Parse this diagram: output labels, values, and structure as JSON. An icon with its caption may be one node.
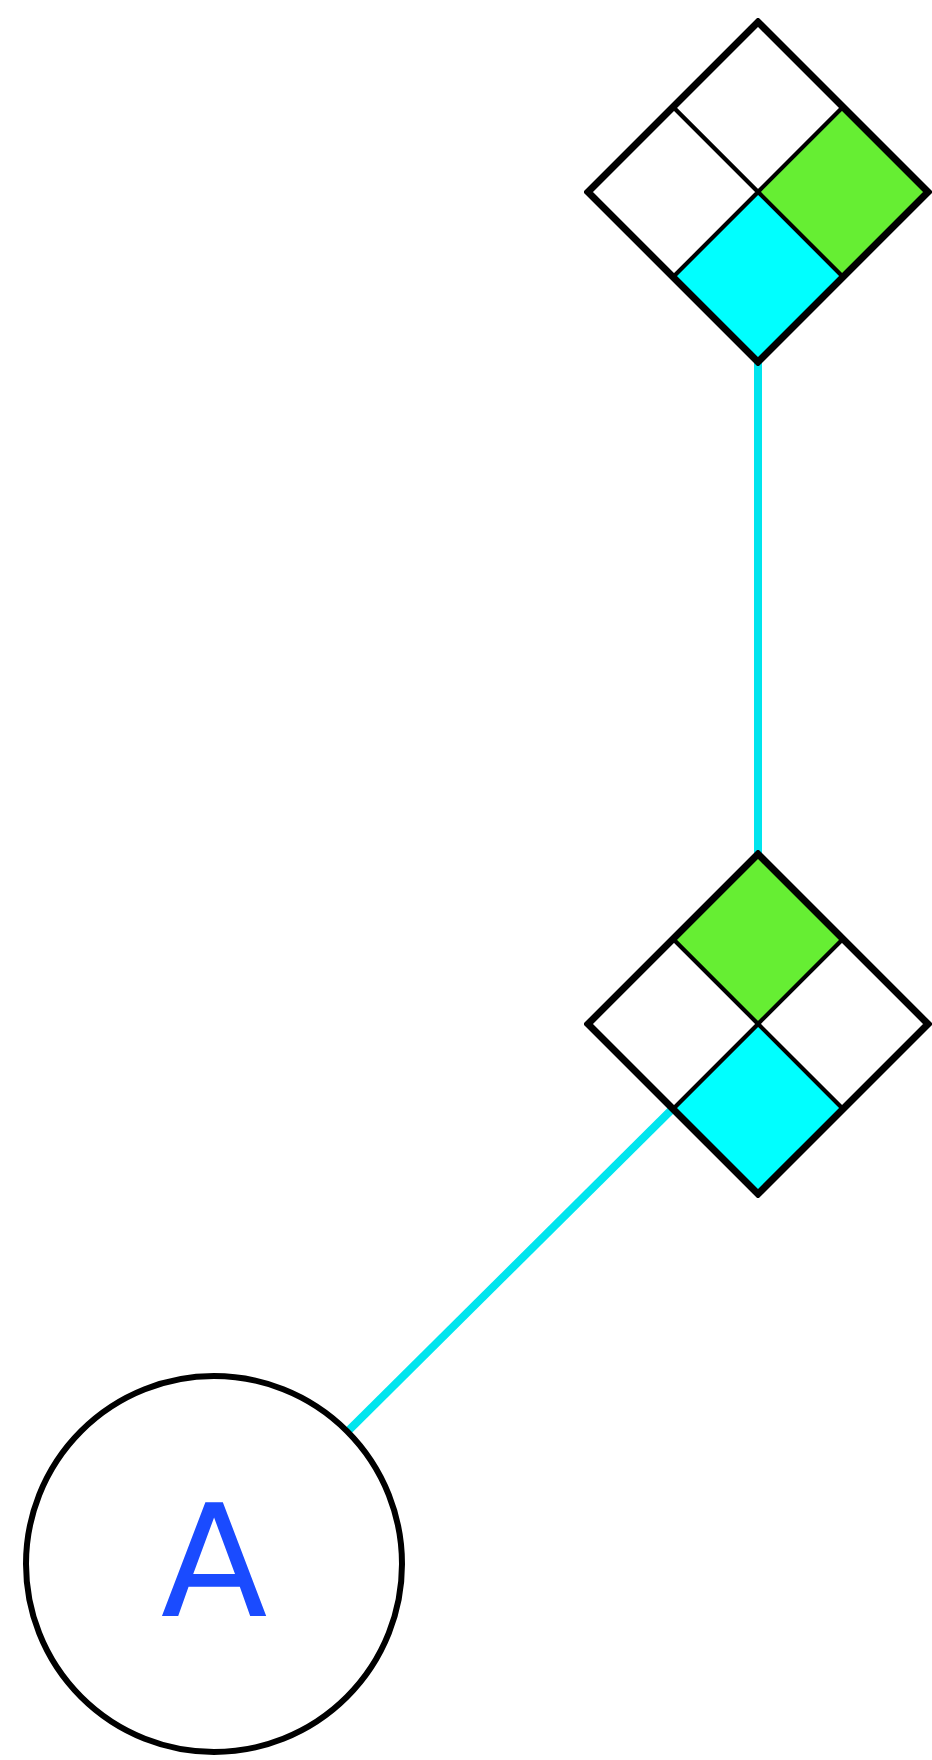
{
  "diagram": {
    "nodes": [
      {
        "text": [],
        "shape": "diamond"
      },
      {
        "text": [],
        "shape": "diamond"
      },
      {
        "text": [
          "A"
        ]
      }
    ],
    "edges": [
      {
        "from": 0,
        "to": 1,
        "arrow": "none"
      },
      {
        "from": 1,
        "to": 2,
        "arrow": "none"
      }
    ]
  }
}
